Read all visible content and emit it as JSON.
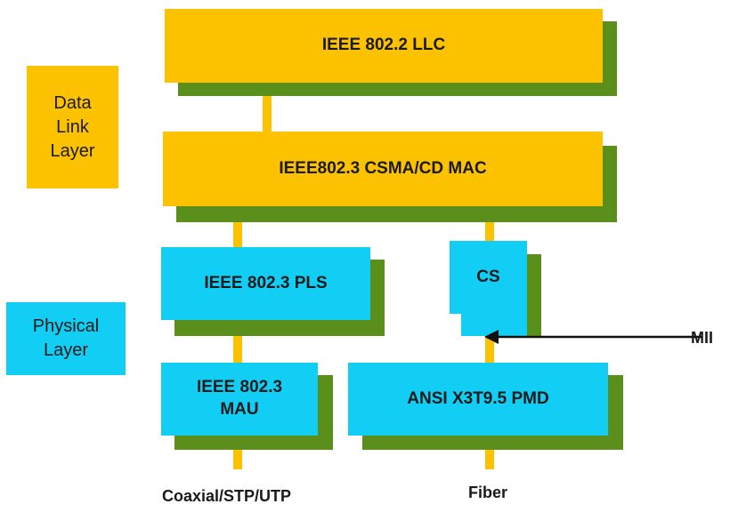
{
  "side_labels": {
    "data_link": "Data\nLink\nLayer",
    "physical": "Physical\nLayer"
  },
  "blocks": {
    "llc": "IEEE 802.2 LLC",
    "mac": "IEEE802.3 CSMA/CD MAC",
    "pls": "IEEE 802.3 PLS",
    "cs": "CS",
    "mau": "IEEE 802.3\nMAU",
    "pmd": "ANSI X3T9.5 PMD"
  },
  "arrow_label": "MII",
  "media": {
    "copper": "Coaxial/STP/UTP",
    "fiber": "Fiber"
  },
  "colors": {
    "yellow": "#fcc200",
    "cyan": "#12cdf4",
    "shadow_green": "#5b8f1c"
  }
}
